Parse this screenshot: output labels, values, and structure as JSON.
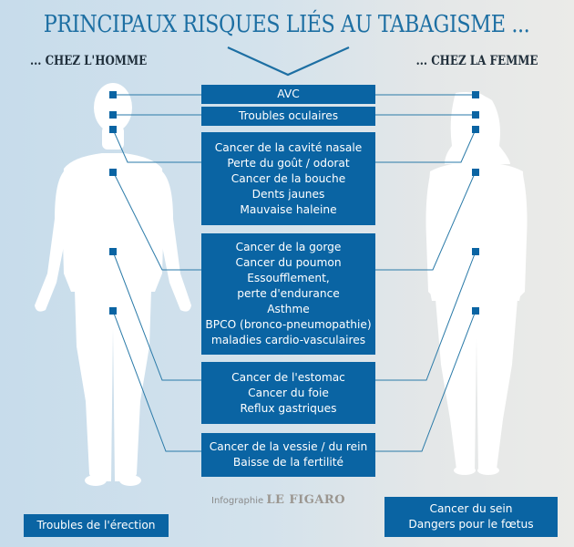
{
  "header": {
    "title": "PRINCIPAUX RISQUES LIÉS AU TABAGISME ...",
    "left_label": "... CHEZ L'HOMME",
    "right_label": "... CHEZ LA FEMME"
  },
  "colors": {
    "accent_blue": "#0a64a3",
    "title_blue": "#1d6fa3",
    "silhouette": "#ffffff",
    "line": "#2a7aa8"
  },
  "common_risks": [
    {
      "id": "avc",
      "lines": [
        "AVC"
      ]
    },
    {
      "id": "eyes",
      "lines": [
        "Troubles oculaires"
      ]
    },
    {
      "id": "head",
      "lines": [
        "Cancer de la cavité nasale",
        "Perte du goût / odorat",
        "Cancer de la bouche",
        "Dents jaunes",
        "Mauvaise haleine"
      ]
    },
    {
      "id": "chest",
      "lines": [
        "Cancer de la gorge",
        "Cancer du poumon",
        "Essoufflement,",
        "perte d'endurance",
        "Asthme",
        "BPCO (bronco-pneumopathie)",
        "maladies cardio-vasculaires"
      ]
    },
    {
      "id": "stomach",
      "lines": [
        "Cancer de l'estomac",
        "Cancer du foie",
        "Reflux gastriques"
      ]
    },
    {
      "id": "pelvis",
      "lines": [
        "Cancer de la vessie / du rein",
        "Baisse de la fertilité"
      ]
    }
  ],
  "male_only": {
    "lines": [
      "Troubles de l'érection"
    ]
  },
  "female_only": {
    "lines": [
      "Cancer du sein",
      "Dangers pour le fœtus"
    ]
  },
  "credit": {
    "prefix": "Infographie",
    "brand": "LE FIGARO"
  }
}
